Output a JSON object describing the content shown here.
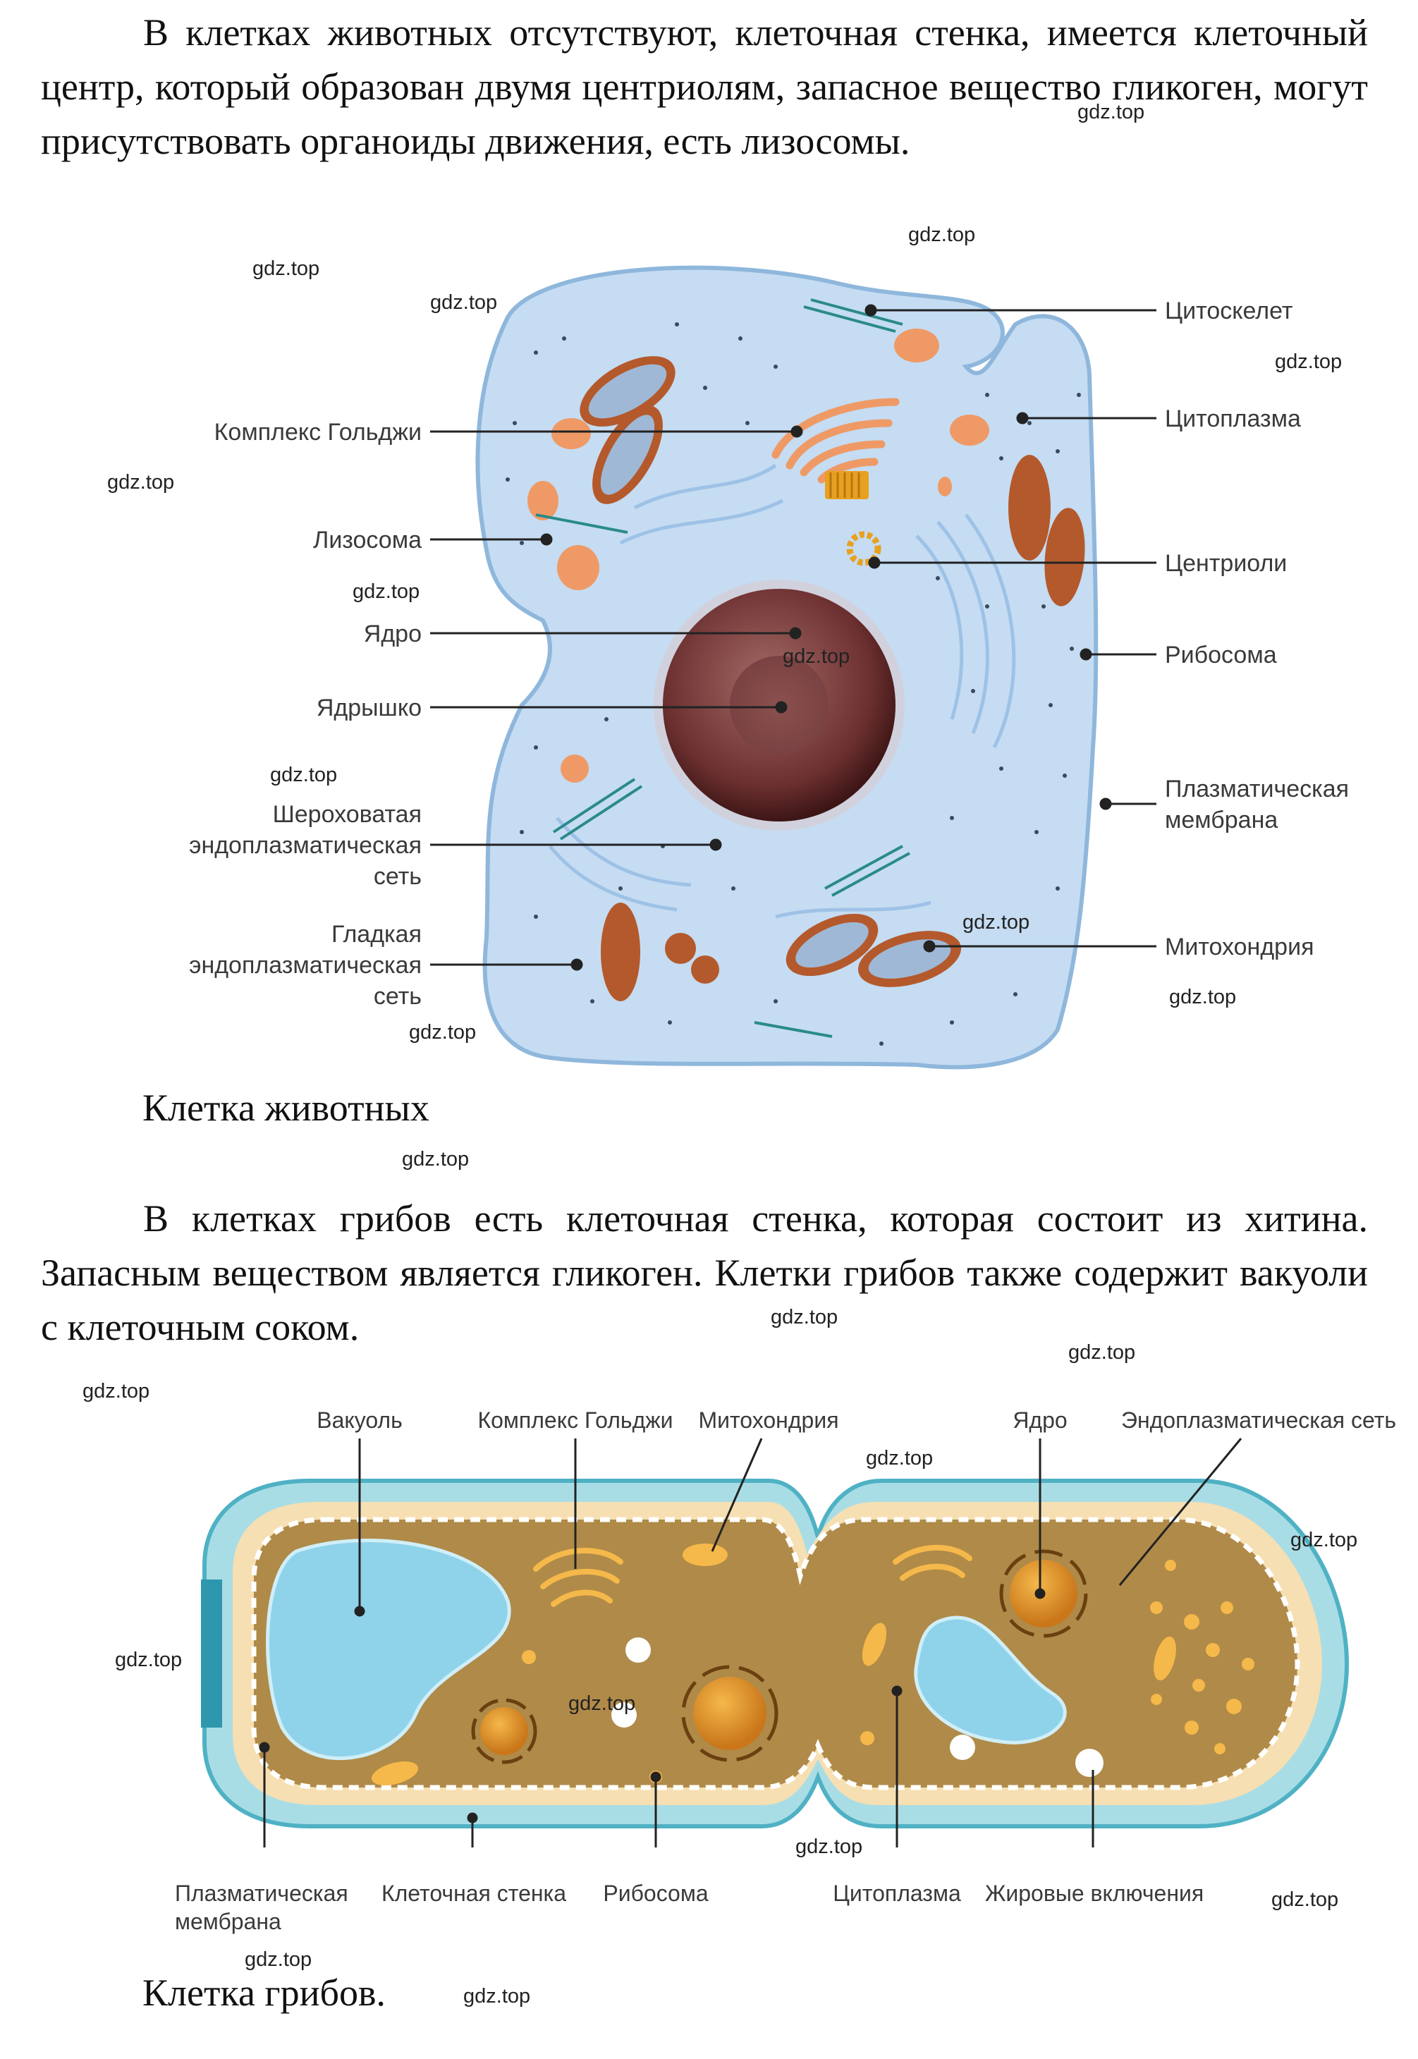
{
  "paragraph1": "В клетках животных отсутствуют, клеточная стенка, имеется клеточный центр, который образован двумя центриолям, запасное вещество гликоген, могут присутствовать органоиды движения, есть лизосомы.",
  "caption1": "Клетка животных",
  "paragraph2": "В клетках грибов есть клеточная стенка, которая состоит из хитина. Запасным веществом является гликоген. Клетки грибов также содержит вакуоли с клеточным соком.",
  "caption2": "Клетка грибов.",
  "watermark": "gdz.top",
  "animal_cell": {
    "labels_left": [
      "Комплекс Гольджи",
      "Лизосома",
      "Ядро",
      "Ядрышко",
      "Шероховатая",
      "эндоплазматическая",
      "сеть",
      "Гладкая",
      "эндоплазматическая",
      "сеть"
    ],
    "labels_right": [
      "Цитоскелет",
      "Цитоплазма",
      "Центриоли",
      "Рибосома",
      "Плазматическая",
      "мембрана",
      "Митохондрия"
    ]
  },
  "fungal_cell": {
    "labels_top": [
      "Вакуоль",
      "Комплекс Гольджи",
      "Митохондрия",
      "Ядро",
      "Эндоплазматическая сеть"
    ],
    "labels_bottom": [
      "Плазматическая",
      "мембрана",
      "Клеточная стенка",
      "Рибосома",
      "Цитоплазма",
      "Жировые включения"
    ]
  },
  "colors": {
    "cytoplasm_animal": "#c5dcf2",
    "nucleus": "#6b2f2f",
    "mitochondria": "#b4592c",
    "organelle_orange": "#ef9a66",
    "fungal_cytoplasm": "#b08a48",
    "fungal_wall": "#a9dde6",
    "vacuole": "#8fd3ea"
  }
}
